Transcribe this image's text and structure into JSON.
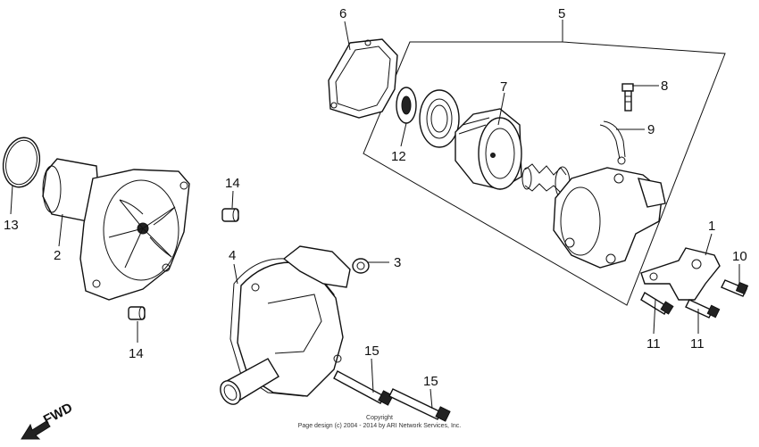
{
  "callouts": {
    "c1": "1",
    "c2": "2",
    "c3": "3",
    "c4": "4",
    "c5": "5",
    "c6": "6",
    "c7": "7",
    "c8": "8",
    "c9": "9",
    "c10": "10",
    "c11a": "11",
    "c11b": "11",
    "c12": "12",
    "c13": "13",
    "c14a": "14",
    "c14b": "14",
    "c15a": "15",
    "c15b": "15"
  },
  "direction_label": "FWD",
  "copyright": {
    "line1": "Copyright",
    "line2": "Page design (c) 2004 - 2014 by ARI Network Services, Inc."
  }
}
